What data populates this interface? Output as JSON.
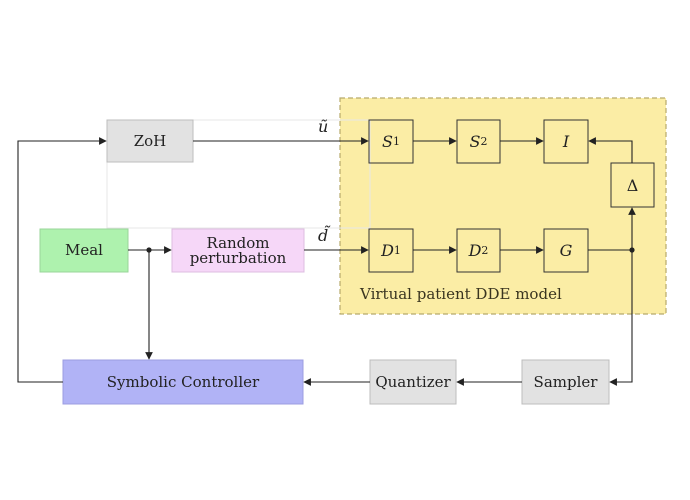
{
  "colors": {
    "zoh_fill": "#e2e2e2",
    "meal_fill": "#aef2ae",
    "perturbation_fill": "#f6d7f8",
    "controller_fill": "#b1b3f6",
    "quantizer_fill": "#e2e2e2",
    "sampler_fill": "#e2e2e2",
    "dde_region_fill": "#fbeda5",
    "dde_region_border": "#b7aa6c",
    "line": "#222222"
  },
  "blocks": {
    "zoh": "ZoH",
    "meal": "Meal",
    "perturbation_line1": "Random",
    "perturbation_line2": "perturbation",
    "controller": "Symbolic Controller",
    "quantizer": "Quantizer",
    "sampler": "Sampler"
  },
  "dde": {
    "caption": "Virtual patient DDE model",
    "s1": {
      "base": "S",
      "sub": "1"
    },
    "s2": {
      "base": "S",
      "sub": "2"
    },
    "i": "I",
    "delta": "Δ",
    "d1": {
      "base": "D",
      "sub": "1"
    },
    "d2": {
      "base": "D",
      "sub": "2"
    },
    "g": "G"
  },
  "signals": {
    "u_tilde": "ũ",
    "d_tilde": "d̃"
  }
}
